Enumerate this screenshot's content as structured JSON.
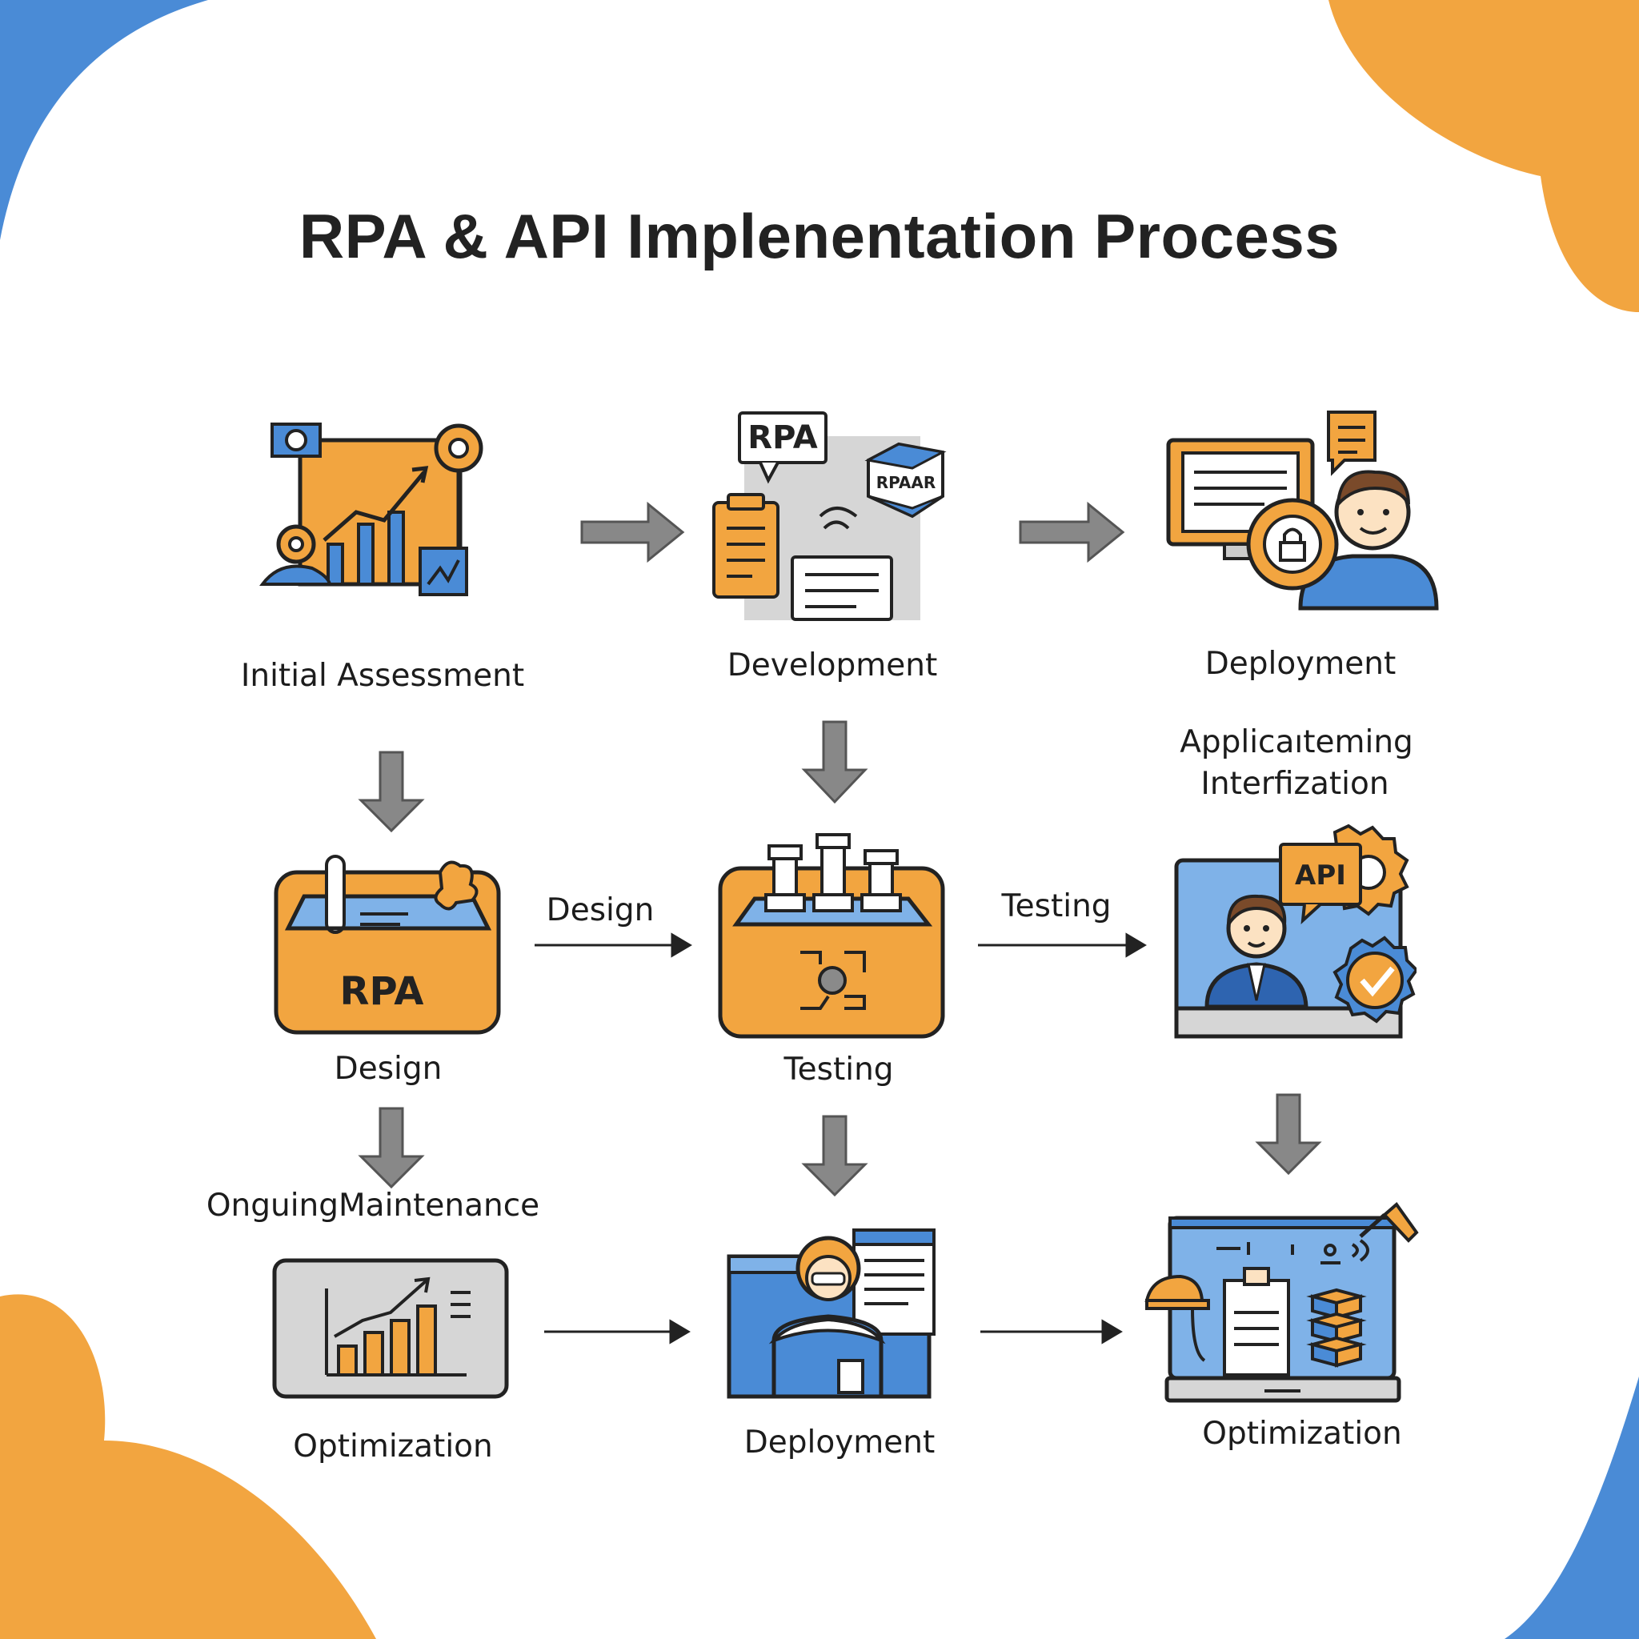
{
  "title": "RPA & API Implenentation Process",
  "colors": {
    "orange": "#F2A540",
    "blue": "#4A8BD6",
    "light_blue": "#7FB2E8",
    "gray": "#8A8A8A",
    "outline": "#222222"
  },
  "steps": {
    "initial_assessment": {
      "label": "Initial Assessment",
      "icon": "analytics-dashboard-icon"
    },
    "development": {
      "label": "Development",
      "icon": "development-icon",
      "bubble_text": "RPA",
      "badge_text": "RPAAR"
    },
    "deployment_top": {
      "label": "Deployment",
      "icon": "deployment-monitor-icon"
    },
    "design": {
      "label": "Design",
      "icon": "rpa-box-icon",
      "box_text": "RPA"
    },
    "testing": {
      "label": "Testing",
      "icon": "testing-box-icon"
    },
    "api_interfization": {
      "label_line1": "Applicaıteming",
      "label_line2": "Interfization",
      "icon": "api-screen-icon",
      "bubble_text": "API"
    },
    "ongoing_maintenance": {
      "label": "OnguingMaintenance"
    },
    "optimization_left": {
      "label": "Optimization",
      "icon": "bar-chart-icon"
    },
    "deployment_bottom": {
      "label": "Deployment",
      "icon": "engineer-screen-icon"
    },
    "optimization_right": {
      "label": "Optimization",
      "icon": "laptop-tools-icon"
    }
  },
  "edge_labels": {
    "design_to_testing": "Design",
    "testing_to_api": "Testing"
  }
}
